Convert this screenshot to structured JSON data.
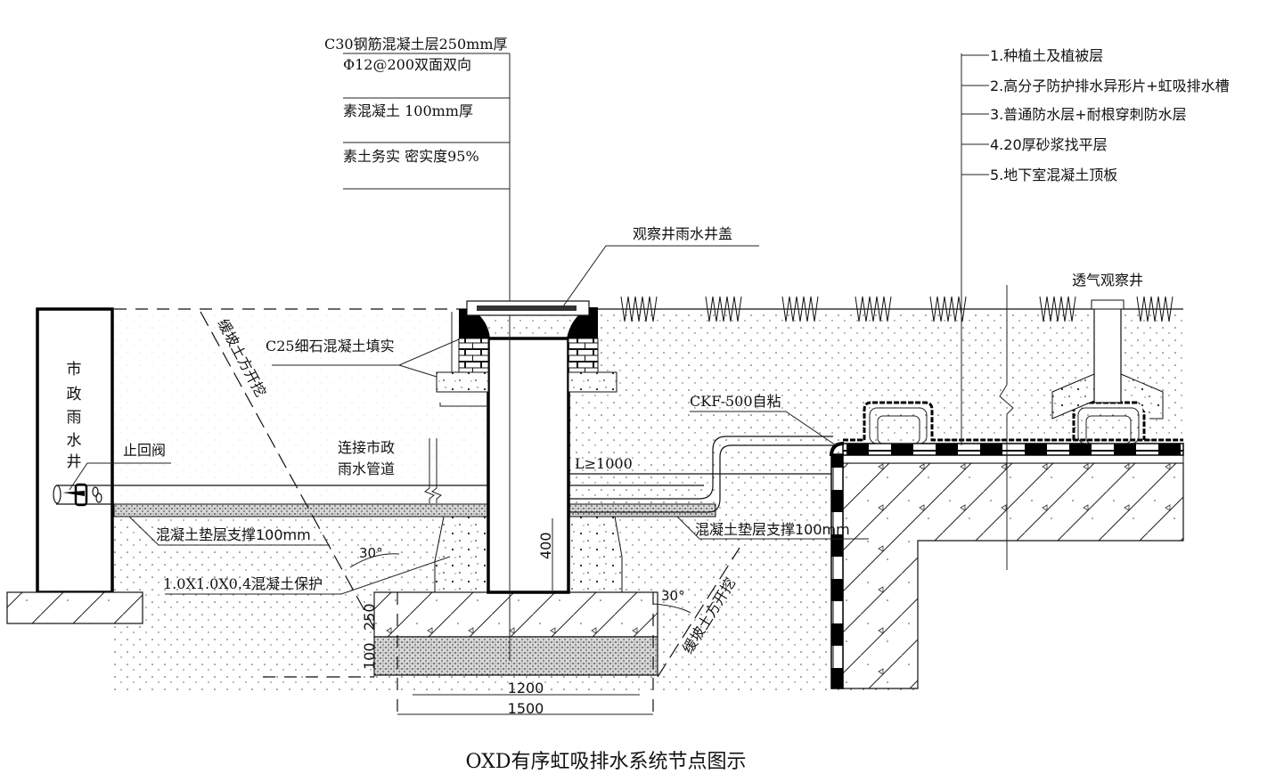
{
  "title": "OXD有序虹吸排水系统节点图示",
  "left_layers": {
    "items": [
      "C30钢筋混凝土层250mm厚",
      "Φ12@200双面双向",
      "素混凝土 100mm厚",
      "素土务实 密实度95%"
    ]
  },
  "right_layers": {
    "items": [
      "1.种植土及植被层",
      "2.高分子防护排水异形片+虹吸排水槽",
      "3.普通防水层+耐根穿刺防水层",
      "4.20厚砂浆找平层",
      "5.地下室混凝土顶板"
    ]
  },
  "labels": {
    "municipal_well": [
      "市",
      "政",
      "雨",
      "水",
      "井"
    ],
    "check_valve": "止回阀",
    "slope_excavation_left": "缓坡土方开挖",
    "slope_excavation_right": "缓坡土方开挖",
    "c25_fill": "C25细石混凝土填实",
    "manhole_cover": "观察井雨水井盖",
    "vent_well": "透气观察井",
    "ckf": "CKF-500自粘",
    "connect_pipe_line1": "连接市政",
    "connect_pipe_line2": "雨水管道",
    "length": "L≥1000",
    "bedding_left": "混凝土垫层支撑100mm",
    "bedding_right": "混凝土垫层支撑100mm",
    "concrete_protect": "1.0X1.0X0.4混凝土保护"
  },
  "dimensions": {
    "depth_400": "400",
    "depth_250": "250",
    "depth_100": "100",
    "width_1200": "1200",
    "width_1500": "1500",
    "angle_left": "30°",
    "angle_right": "30°"
  }
}
